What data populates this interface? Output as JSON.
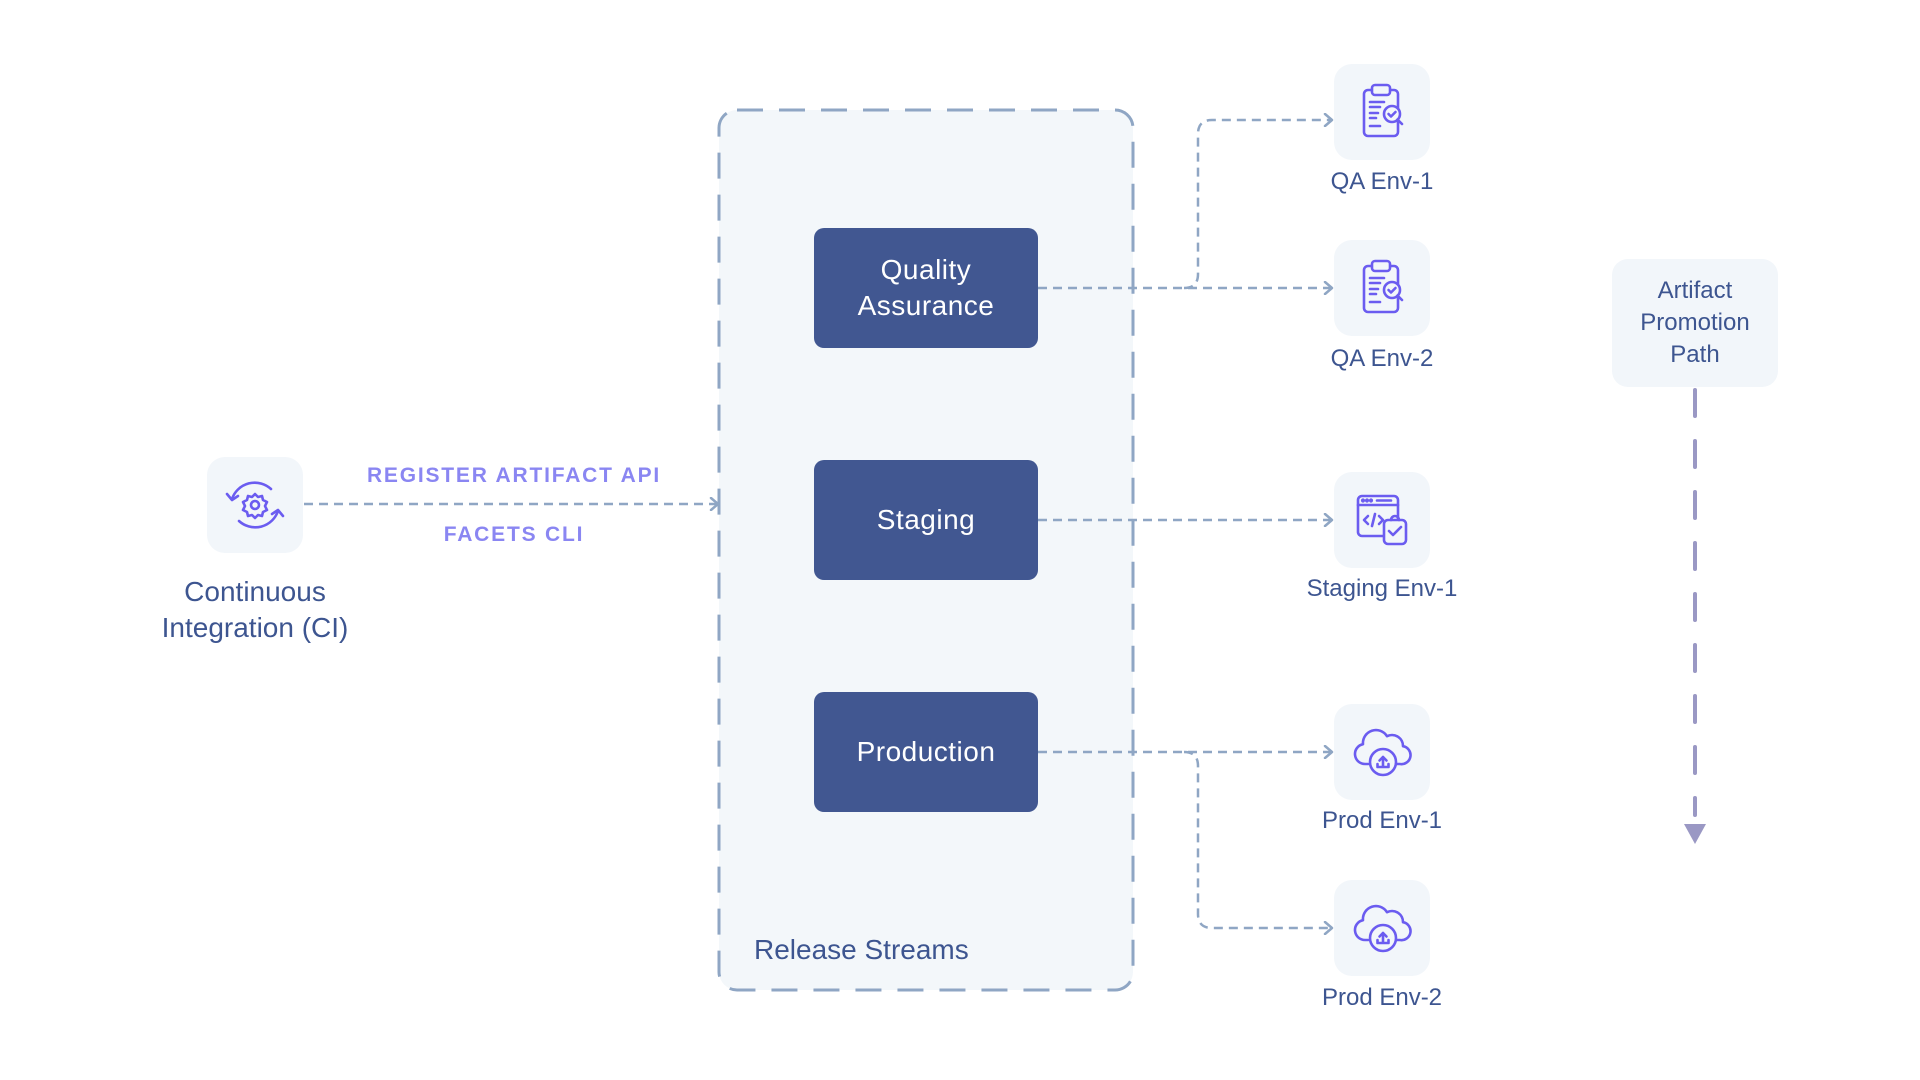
{
  "diagram": {
    "source": {
      "label_line1": "Continuous",
      "label_line2": "Integration (CI)",
      "icon": "ci-sync-gear-icon"
    },
    "connection": {
      "label_top": "REGISTER ARTIFACT API",
      "label_bottom": "FACETS CLI"
    },
    "container": {
      "label": "Release Streams"
    },
    "streams": [
      {
        "line1": "Quality",
        "line2": "Assurance"
      },
      {
        "line1": "Staging",
        "line2": ""
      },
      {
        "line1": "Production",
        "line2": ""
      }
    ],
    "environments": [
      {
        "label": "QA Env-1",
        "icon": "clipboard-check-icon",
        "stream": "Quality Assurance"
      },
      {
        "label": "QA Env-2",
        "icon": "clipboard-check-icon",
        "stream": "Quality Assurance"
      },
      {
        "label": "Staging Env-1",
        "icon": "code-window-check-icon",
        "stream": "Staging"
      },
      {
        "label": "Prod Env-1",
        "icon": "cloud-upload-icon",
        "stream": "Production"
      },
      {
        "label": "Prod Env-2",
        "icon": "cloud-upload-icon",
        "stream": "Production"
      }
    ],
    "legend": {
      "line1": "Artifact",
      "line2": "Promotion",
      "line3": "Path"
    }
  },
  "colors": {
    "stream_box": "#415791",
    "text_dark": "#3d5590",
    "icon_accent": "#6b5cf0",
    "connector_label": "#8a86f2",
    "connector_line": "#8fa6c4",
    "promotion_arrow": "#9a98c4",
    "tile_bg": "#f2f6fa"
  }
}
